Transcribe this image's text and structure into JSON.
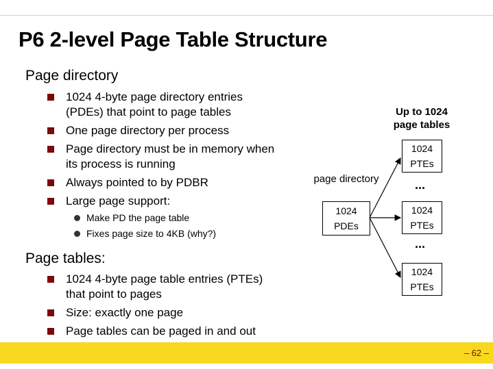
{
  "slide": {
    "title": "P6 2-level Page Table Structure",
    "page_number": "– 62 –"
  },
  "page_directory_section": {
    "heading": "Page directory",
    "bullets": [
      "1024 4-byte page directory entries (PDEs) that point to page tables",
      "One page directory per process",
      "Page directory must be in memory when its process is running",
      "Always pointed to by PDBR",
      "Large page support:"
    ],
    "sub_bullets": [
      "Make PD the page table",
      "Fixes page size to 4KB (why?)"
    ]
  },
  "page_tables_section": {
    "heading": "Page tables:",
    "bullets": [
      "1024 4-byte page table entries (PTEs) that point to pages",
      "Size: exactly one page",
      "Page tables can be paged in and out"
    ]
  },
  "diagram": {
    "page_tables_label": "Up to 1024 page tables",
    "page_directory_label": "page directory",
    "pde_box": "1024 PDEs",
    "pte_box": "1024 PTEs",
    "ellipsis": "..."
  }
}
